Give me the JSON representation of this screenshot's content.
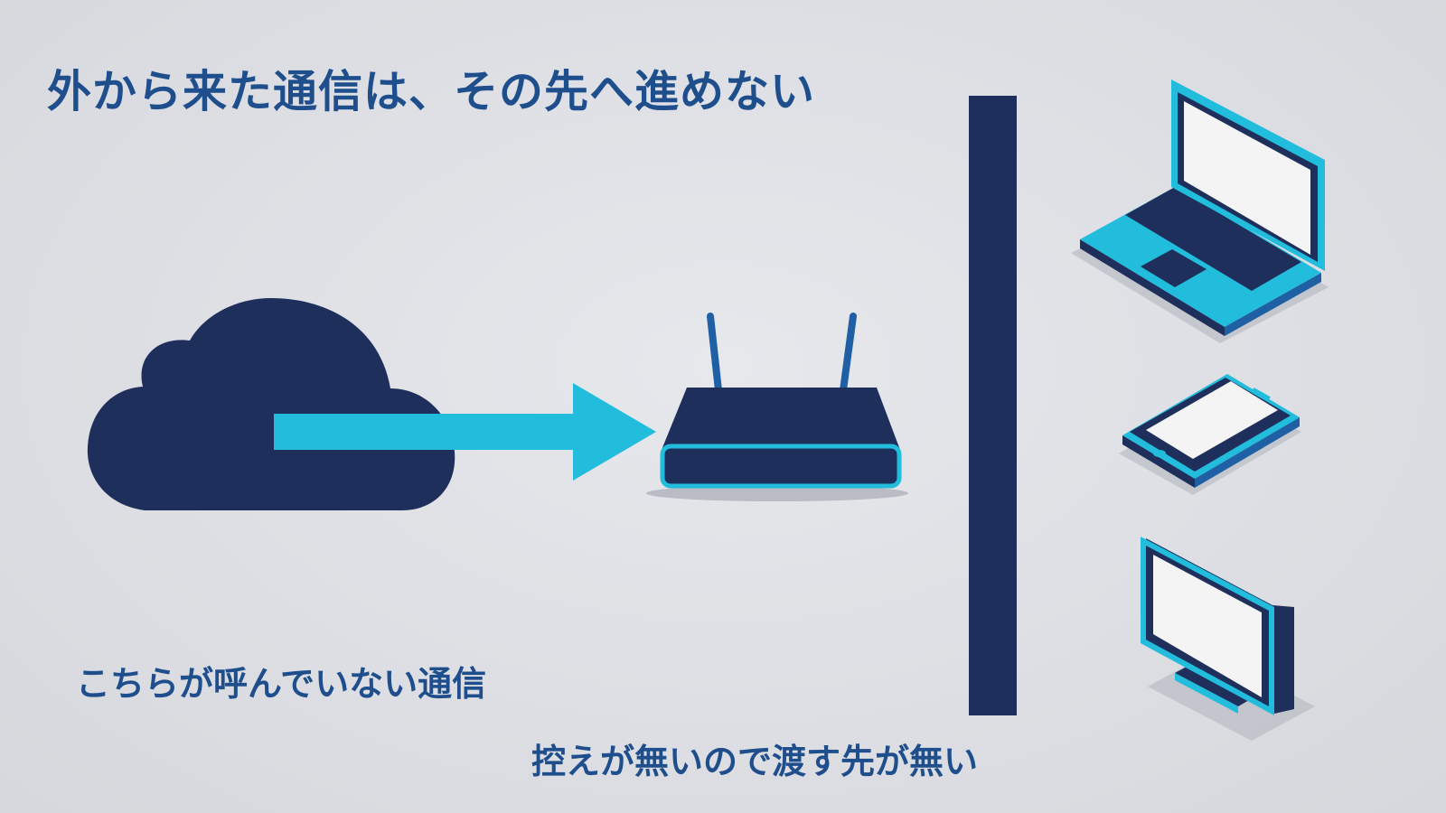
{
  "diagram": {
    "title": "外から来た通信は、その先へ進めない",
    "labels": {
      "incoming_traffic": "こちらが呼んでいない通信",
      "no_destination": "控えが無いので渡す先が無い"
    },
    "nodes": [
      {
        "id": "internet",
        "icon": "cloud-icon"
      },
      {
        "id": "router",
        "icon": "router-icon"
      },
      {
        "id": "wall",
        "icon": "barrier-wall"
      },
      {
        "id": "laptop",
        "icon": "laptop-icon"
      },
      {
        "id": "smartphone",
        "icon": "smartphone-icon"
      },
      {
        "id": "monitor",
        "icon": "monitor-icon"
      }
    ],
    "edges": [
      {
        "from": "internet",
        "to": "router",
        "style": "arrow"
      }
    ],
    "colors": {
      "navy": "#1f2f5c",
      "accent": "#22bcdc",
      "text": "#1f4e8c",
      "screen": "#f4f4f4",
      "shadow": "#b9bcc4",
      "background": "#dcdee3"
    }
  }
}
